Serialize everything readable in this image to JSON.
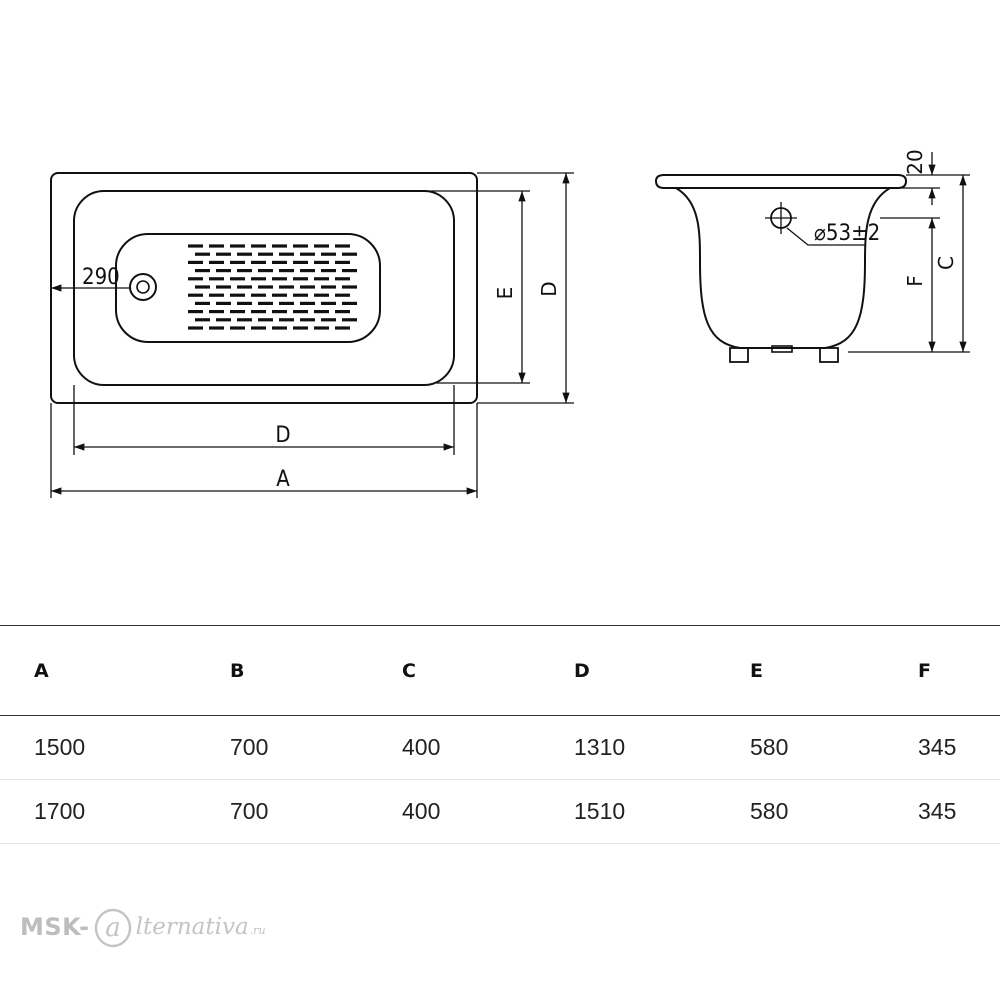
{
  "drawing": {
    "labels": {
      "drain_offset": "290",
      "length_a": "A",
      "inner_length": "D",
      "inner_width": "E",
      "outer_width": "D",
      "rim": "20",
      "overflow_diameter": "⌀53±2",
      "height_f": "F",
      "height_c": "C"
    }
  },
  "specs": {
    "headers": [
      "A",
      "B",
      "C",
      "D",
      "E",
      "F"
    ],
    "rows": [
      [
        "1500",
        "700",
        "400",
        "1310",
        "580",
        "345"
      ],
      [
        "1700",
        "700",
        "400",
        "1510",
        "580",
        "345"
      ]
    ]
  },
  "logo": {
    "left": "MSK-",
    "mark": "a",
    "right": "lternativa",
    "tld": ".ru"
  }
}
